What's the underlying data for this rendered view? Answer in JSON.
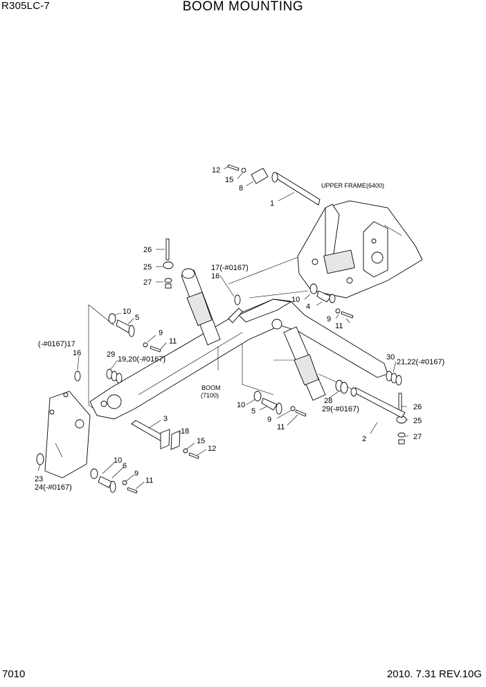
{
  "header": {
    "model": "R305LC-7",
    "title": "BOOM MOUNTING"
  },
  "footer": {
    "page": "7010",
    "revision": "2010. 7.31  REV.10G"
  },
  "text_labels": {
    "upper_frame": "UPPER FRAME(6400)",
    "boom_name": "BOOM",
    "boom_code": "(7100)"
  },
  "callouts": {
    "c12_top": "12",
    "c15_top": "15",
    "c8": "8",
    "c1": "1",
    "c26_left": "26",
    "c25_left": "25",
    "c27_left": "27",
    "c17_top": "17(-#0167)",
    "c16_top": "16",
    "c10_right": "10",
    "c4": "4",
    "c9_right": "9",
    "c11_right": "11",
    "c10_left": "10",
    "c5_left": "5",
    "c9_left": "9",
    "c11_left": "11",
    "c17_left": "(-#0167)17",
    "c16_left": "16",
    "c29_left": "29",
    "c19_20": "19,20(-#0167)",
    "c10_mid": "10",
    "c5_mid": "5",
    "c9_mid": "9",
    "c11_mid": "11",
    "c30": "30",
    "c21_22": "21,22(-#0167)",
    "c28": "28",
    "c29_right": "29(-#0167)",
    "c2": "2",
    "c26_right": "26",
    "c25_right": "25",
    "c27_right": "27",
    "c3": "3",
    "c18": "18",
    "c15_bot": "15",
    "c12_bot": "12",
    "c10_bot": "10",
    "c6": "6",
    "c9_bot": "9",
    "c11_bot": "11",
    "c23": "23",
    "c24": "24(-#0167)"
  }
}
